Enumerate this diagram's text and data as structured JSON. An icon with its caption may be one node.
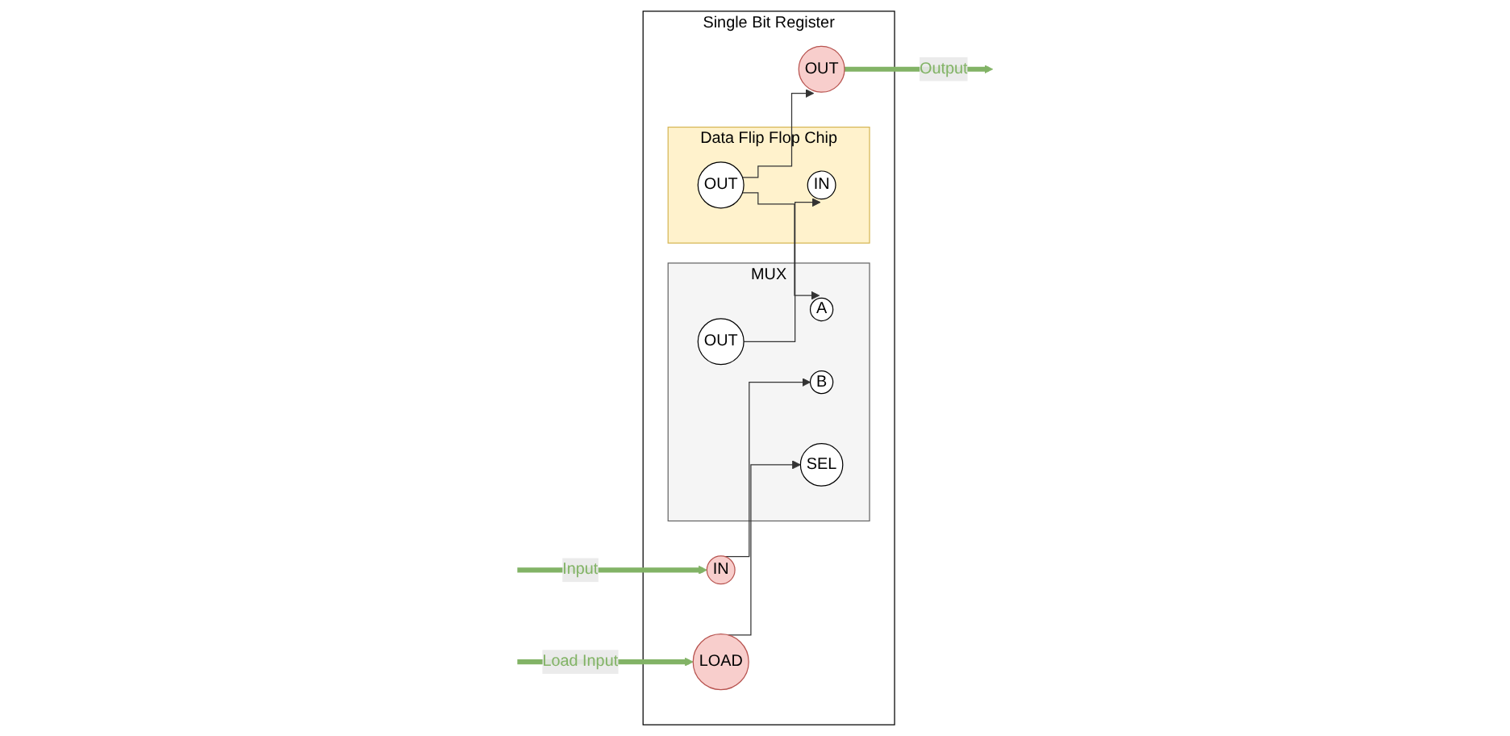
{
  "diagram": {
    "nodes": [
      {
        "text": [
          "Single Bit Register"
        ]
      },
      {
        "text": [
          "LOAD"
        ],
        "in": 0
      },
      {
        "text": [
          "IN"
        ],
        "in": 0
      },
      {
        "text": [
          "MUX"
        ],
        "in": 0
      },
      {
        "text": [
          "A"
        ],
        "in": 3
      },
      {
        "text": [
          "B"
        ],
        "in": 3
      },
      {
        "text": [
          "SEL"
        ],
        "in": 3
      },
      {
        "text": [
          "OUT"
        ],
        "in": 3
      },
      {
        "text": [
          "Data Flip Flop Chip"
        ],
        "in": 0
      },
      {
        "text": [
          "IN"
        ],
        "in": 8
      },
      {
        "text": [
          "OUT"
        ],
        "in": 8
      },
      {
        "text": [
          "OUT"
        ],
        "in": 0
      }
    ],
    "edges": [
      {
        "from": null,
        "to": 1,
        "arrow": "to",
        "label": "Load Input",
        "style": "thick",
        "color": "#82b366"
      },
      {
        "from": 1,
        "to": 6,
        "arrow": "to"
      },
      {
        "from": null,
        "to": 2,
        "arrow": "to",
        "label": "Input",
        "style": "thick",
        "color": "#82b366"
      },
      {
        "from": 2,
        "to": 5,
        "arrow": "to"
      },
      {
        "from": 7,
        "to": 9,
        "arrow": "to"
      },
      {
        "from": 10,
        "to": 11,
        "arrow": "to"
      },
      {
        "from": 10,
        "to": 4,
        "arrow": "to"
      },
      {
        "from": 11,
        "to": null,
        "arrow": "to",
        "label": "Output",
        "style": "thick",
        "color": "#82b366"
      }
    ]
  }
}
